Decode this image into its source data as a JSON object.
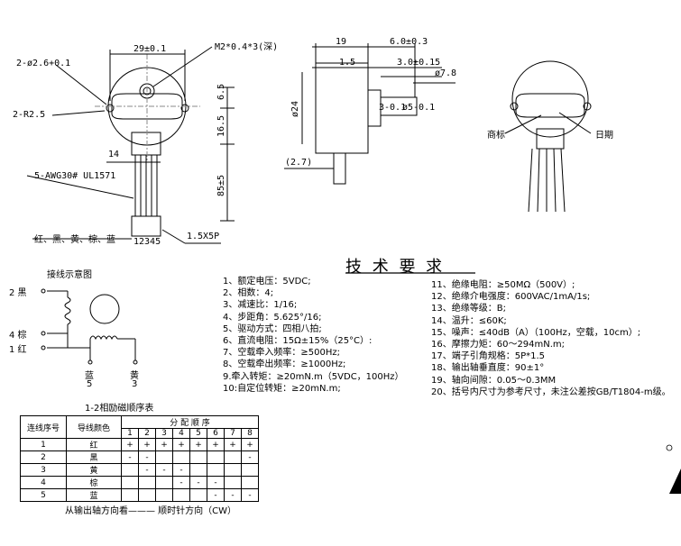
{
  "front_view": {
    "hole_spec": "2-ø2.6+0.1",
    "mount_spacing": "29±0.1",
    "screw_spec": "M2*0.4*3(深)",
    "radius": "2-R2.5",
    "dim_6_5": "6.5",
    "dim_16_5": "16.5",
    "dim_14": "14",
    "wire_spec": "5-AWG30# UL1571",
    "wire_length": "85±5",
    "wire_colors": "红、黑、黄、棕、蓝",
    "pins": "12345",
    "connector": "1.5X5P"
  },
  "side_view": {
    "dim_19": "19",
    "dim_6": "6.0±0.3",
    "dim_1_5": "1.5",
    "dim_3": "3.0±0.15",
    "dim_7_8": "ø7.8",
    "dim_24": "ø24",
    "dim_3_tol": "3-0.1",
    "dim_5_tol": "ø5-0.1",
    "dim_2_7": "(2.7)"
  },
  "label_view": {
    "trademark_label": "商标",
    "date_label": "日期"
  },
  "wiring": {
    "title": "接线示意图",
    "terminal_2": "2 黑",
    "terminal_4": "4 棕",
    "terminal_1": "1 红",
    "blue_label": "蓝",
    "blue_num": "5",
    "yellow_label": "黄",
    "yellow_num": "3"
  },
  "sequence_table": {
    "title": "1-2相励磁顺序表",
    "header_no": "连线序号",
    "header_color": "导线颜色",
    "header_seq": "分 配 顺 序",
    "steps": [
      "1",
      "2",
      "3",
      "4",
      "5",
      "6",
      "7",
      "8"
    ],
    "rows": [
      {
        "no": "1",
        "color": "红",
        "cells": [
          "+",
          "+",
          "+",
          "+",
          "+",
          "+",
          "+",
          "+"
        ]
      },
      {
        "no": "2",
        "color": "黑",
        "cells": [
          "-",
          "-",
          "",
          "",
          "",
          "",
          "",
          "-"
        ]
      },
      {
        "no": "3",
        "color": "黄",
        "cells": [
          "",
          "-",
          "-",
          "-",
          "",
          "",
          "",
          ""
        ]
      },
      {
        "no": "4",
        "color": "棕",
        "cells": [
          "",
          "",
          "",
          "-",
          "-",
          "-",
          "",
          ""
        ]
      },
      {
        "no": "5",
        "color": "蓝",
        "cells": [
          "",
          "",
          "",
          "",
          "",
          "-",
          "-",
          "-"
        ]
      }
    ],
    "direction": "从输出轴方向看——— 顺时针方向（CW）"
  },
  "requirements": {
    "title": "技 术 要 求",
    "left": [
      "1、额定电压：5VDC;",
      "2、相数：4;",
      "3、减速比：1/16;",
      "4、步距角：5.625°/16;",
      "5、驱动方式：四相八拍;",
      "6、直流电阻：15Ω±15%（25°C）:",
      "7、空载牵入频率：≥500Hz;",
      "8、空载牵出频率：≥1000Hz;",
      "9.牵入转矩：≥20mN.m（5VDC，100Hz）",
      "10:自定位转矩：≥20mN.m;"
    ],
    "right": [
      "11、绝缘电阻：≥50MΩ（500V）;",
      "12、绝缘介电强度：600VAC/1mA/1s;",
      "13、绝缘等级：B;",
      "14、温升：≤60K;",
      "15、噪声：≤40dB（A）（100Hz，空载，10cm）;",
      "16、摩擦力矩：60～294mN.m;",
      "17、端子引角规格：5P*1.5",
      "18、输出轴垂直度：90±1°",
      "19、轴向间隙：0.05～0.3MM",
      "20、括号内尺寸为参考尺寸，未注公差按GB/T1804-m级。"
    ]
  }
}
